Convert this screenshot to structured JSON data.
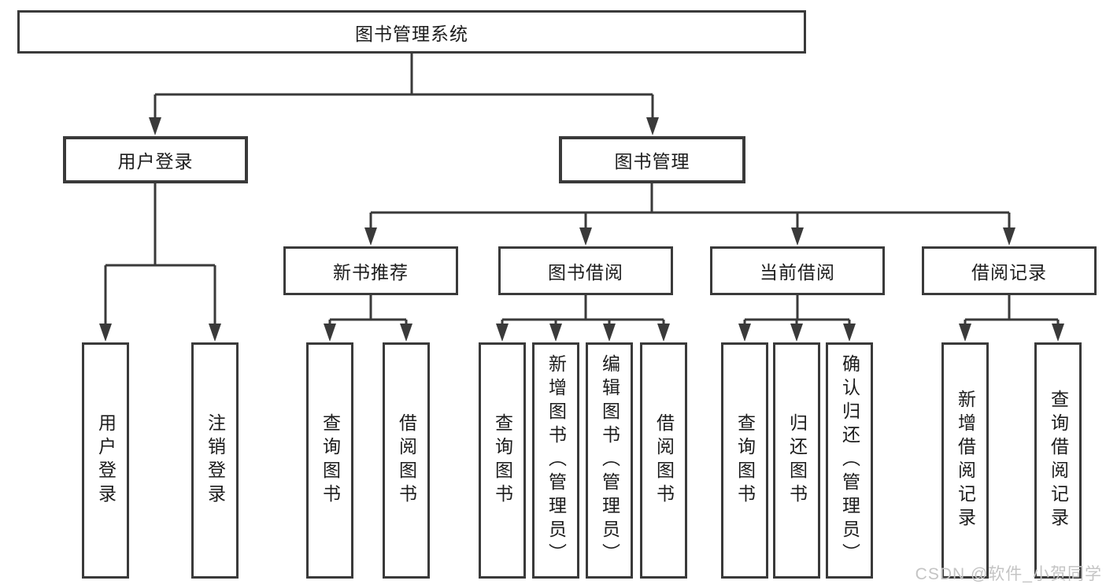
{
  "tree": {
    "label": "图书管理系统",
    "children": [
      {
        "label": "用户登录",
        "children": [
          {
            "label": "用户登录"
          },
          {
            "label": "注销登录"
          }
        ]
      },
      {
        "label": "图书管理",
        "children": [
          {
            "label": "新书推荐",
            "children": [
              {
                "label": "查询图书"
              },
              {
                "label": "借阅图书"
              }
            ]
          },
          {
            "label": "图书借阅",
            "children": [
              {
                "label": "查询图书"
              },
              {
                "label": "新增图书（管理员）"
              },
              {
                "label": "编辑图书（管理员）"
              },
              {
                "label": "借阅图书"
              }
            ]
          },
          {
            "label": "当前借阅",
            "children": [
              {
                "label": "查询图书"
              },
              {
                "label": "归还图书"
              },
              {
                "label": "确认归还（管理员）"
              }
            ]
          },
          {
            "label": "借阅记录",
            "children": [
              {
                "label": "新增借阅记录"
              },
              {
                "label": "查询借阅记录"
              }
            ]
          }
        ]
      }
    ]
  },
  "watermark": {
    "text": "CSDN @软件_小贺同学"
  },
  "colors": {
    "line": "#3a3a3a",
    "text": "#1c1c1c",
    "background": "#ffffff",
    "watermark": "#c4c4c4"
  }
}
